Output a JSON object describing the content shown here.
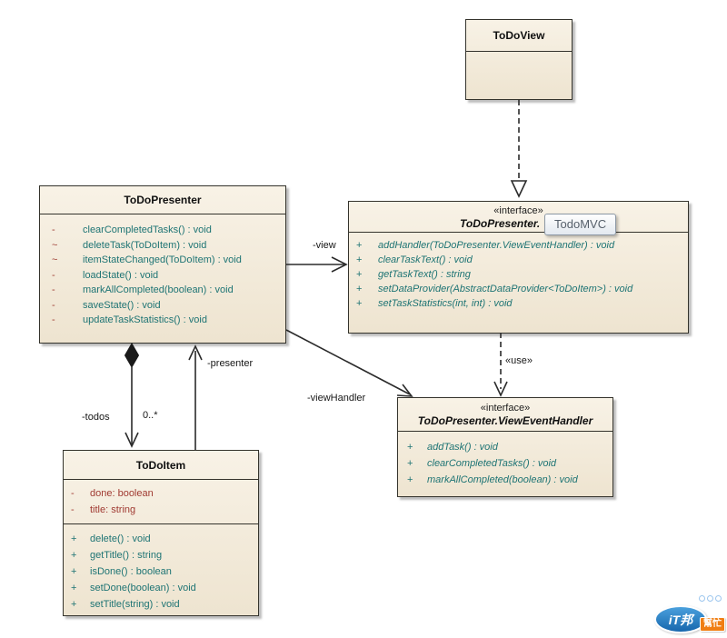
{
  "colors": {
    "box_fill_top": "#F8F2E6",
    "box_fill_bottom": "#EEE4D0",
    "box_border": "#34332C",
    "method_text": "#1E7474",
    "attribute_text": "#A03A32",
    "private_marker": "#A04036",
    "tooltip_text": "#57606B",
    "logo_blue": "#1767AD",
    "logo_orange": "#F07E13"
  },
  "classes": {
    "todo_view": {
      "name": "ToDoView"
    },
    "presenter": {
      "name": "ToDoPresenter",
      "methods": [
        {
          "vis": "-",
          "sig": "clearCompletedTasks() : void"
        },
        {
          "vis": "~",
          "sig": "deleteTask(ToDoItem) : void"
        },
        {
          "vis": "~",
          "sig": "itemStateChanged(ToDoItem) : void"
        },
        {
          "vis": "-",
          "sig": "loadState() : void"
        },
        {
          "vis": "-",
          "sig": "markAllCompleted(boolean) : void"
        },
        {
          "vis": "-",
          "sig": "saveState() : void"
        },
        {
          "vis": "-",
          "sig": "updateTaskStatistics() : void"
        }
      ]
    },
    "view_interface": {
      "stereotype": "«interface»",
      "visible_name": "ToDoPresenter.",
      "methods": [
        {
          "vis": "+",
          "sig": "addHandler(ToDoPresenter.ViewEventHandler) : void"
        },
        {
          "vis": "+",
          "sig": "clearTaskText() : void"
        },
        {
          "vis": "+",
          "sig": "getTaskText() : string"
        },
        {
          "vis": "+",
          "sig": "setDataProvider(AbstractDataProvider<ToDoItem>) : void"
        },
        {
          "vis": "+",
          "sig": "setTaskStatistics(int, int) : void"
        }
      ]
    },
    "handler_interface": {
      "stereotype": "«interface»",
      "name": "ToDoPresenter.ViewEventHandler",
      "methods": [
        {
          "vis": "+",
          "sig": "addTask() : void"
        },
        {
          "vis": "+",
          "sig": "clearCompletedTasks() : void"
        },
        {
          "vis": "+",
          "sig": "markAllCompleted(boolean) : void"
        }
      ]
    },
    "todo_item": {
      "name": "ToDoItem",
      "attributes": [
        {
          "vis": "-",
          "sig": "done: boolean"
        },
        {
          "vis": "-",
          "sig": "title: string"
        }
      ],
      "methods": [
        {
          "vis": "+",
          "sig": "delete() : void"
        },
        {
          "vis": "+",
          "sig": "getTitle() : string"
        },
        {
          "vis": "+",
          "sig": "isDone() : boolean"
        },
        {
          "vis": "+",
          "sig": "setDone(boolean) : void"
        },
        {
          "vis": "+",
          "sig": "setTitle(string) : void"
        }
      ]
    }
  },
  "edge_labels": {
    "view": "-view",
    "presenter": "-presenter",
    "view_handler": "-viewHandler",
    "todos": "-todos",
    "todos_multiplicity": "0..*",
    "use": "«use»"
  },
  "tooltip": {
    "text": "TodoMVC"
  },
  "watermark": {
    "brand": "iT邦",
    "tag": "幫忙"
  }
}
